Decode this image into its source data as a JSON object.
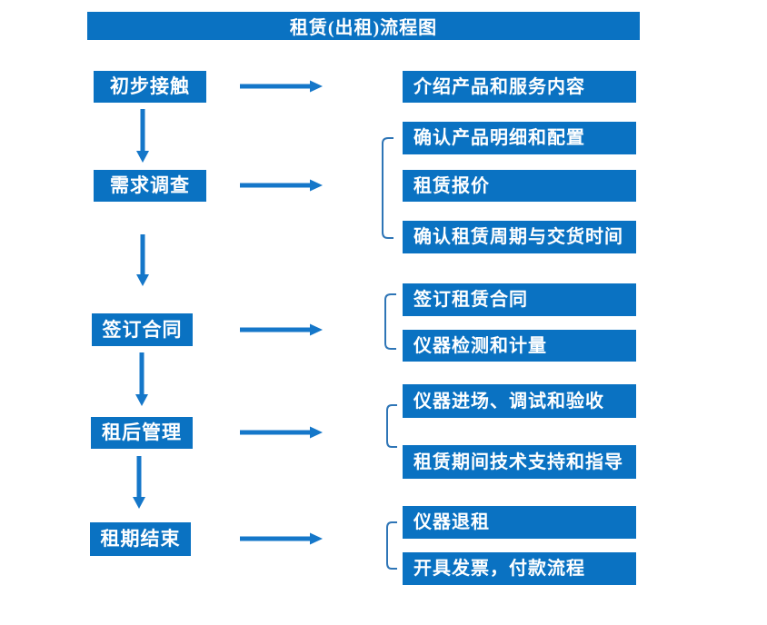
{
  "title": "租赁(出租)流程图",
  "colors": {
    "box_blue": "#0a72c2",
    "arrow_blue": "#1577c9",
    "bracket_blue": "#2e75b6",
    "text_white": "#ffffff",
    "background": "#ffffff"
  },
  "steps": [
    {
      "label": "初步接触",
      "details": [
        "介绍产品和服务内容"
      ]
    },
    {
      "label": "需求调查",
      "details": [
        "确认产品明细和配置",
        "租赁报价",
        "确认租赁周期与交货时间"
      ]
    },
    {
      "label": "签订合同",
      "details": [
        "签订租赁合同",
        "仪器检测和计量"
      ]
    },
    {
      "label": "租后管理",
      "details": [
        "仪器进场、调试和验收",
        "租赁期间技术支持和指导"
      ]
    },
    {
      "label": "租期结束",
      "details": [
        "仪器退租",
        "开具发票，付款流程"
      ]
    }
  ]
}
